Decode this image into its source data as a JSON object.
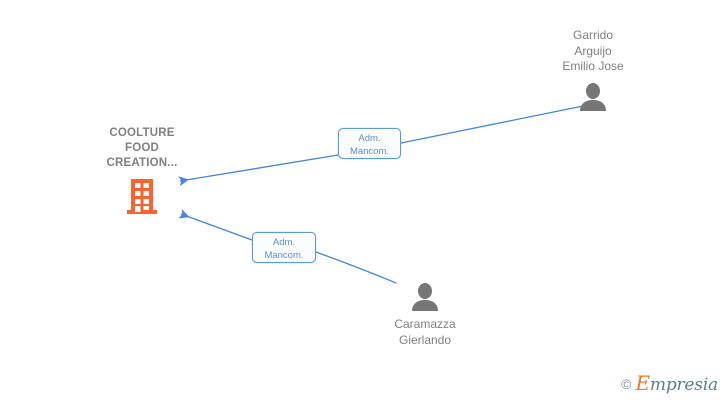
{
  "diagram": {
    "type": "corporate-relationship-graph",
    "background_color": "#ffffff",
    "edge_color": "#4285dd",
    "company": {
      "name": "COOLTURE\nFOOD\nCREATION...",
      "icon": "building-icon",
      "icon_color": "#f96332",
      "label_color": "#808080"
    },
    "people": [
      {
        "name": "Garrido\nArguijo\nEmilio Jose",
        "icon": "person-icon",
        "icon_color": "#767676",
        "label_color": "#808080",
        "relation_line1": "Adm.",
        "relation_line2": "Mancom."
      },
      {
        "name": "Caramazza\nGierlando",
        "icon": "person-icon",
        "icon_color": "#767676",
        "label_color": "#808080",
        "relation_line1": "Adm.",
        "relation_line2": "Mancom."
      }
    ],
    "relations": [
      {
        "line1": "Adm.",
        "line2": "Mancom.",
        "from": "Garrido Arguijo Emilio Jose",
        "to": "COOLTURE FOOD CREATION..."
      },
      {
        "line1": "Adm.",
        "line2": "Mancom.",
        "from": "Caramazza Gierlando",
        "to": "COOLTURE FOOD CREATION..."
      }
    ]
  },
  "watermark": {
    "copyright": "©",
    "brand_initial": "E",
    "brand_rest": "mpresia",
    "accent_color": "#ef7622"
  }
}
